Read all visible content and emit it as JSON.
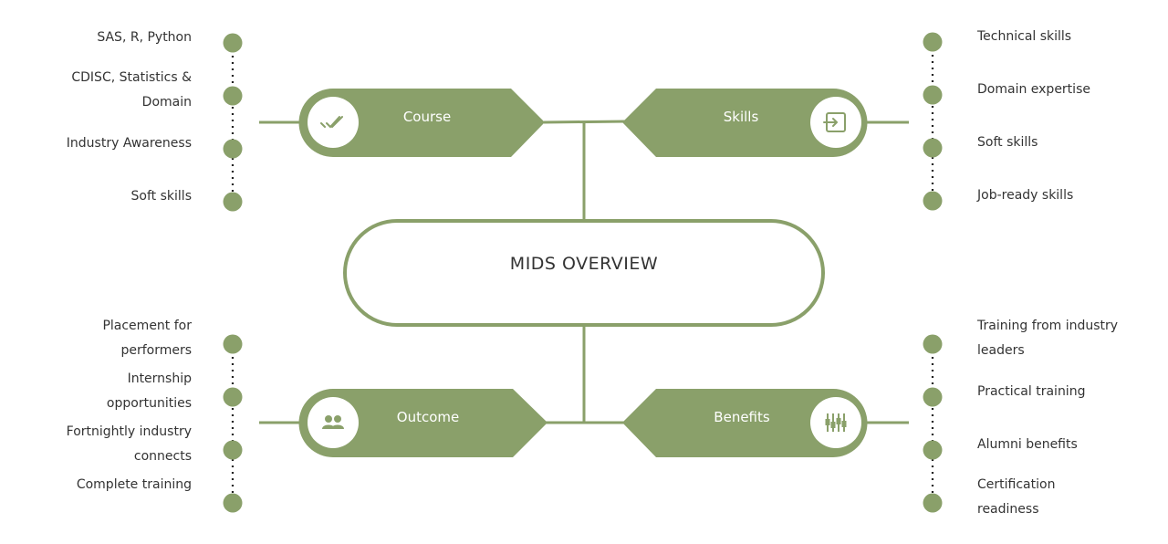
{
  "title": "MIDS OVERVIEW",
  "colors": {
    "accent": "#8aa06a",
    "text": "#333333"
  },
  "branches": {
    "course": {
      "label": "Course",
      "icon": "double-check-icon",
      "items": [
        "SAS, R, Python",
        "CDISC, Statistics & Domain",
        "Industry Awareness",
        "Soft skills"
      ]
    },
    "skills": {
      "label": "Skills",
      "icon": "login-box-icon",
      "items": [
        "Technical skills",
        "Domain expertise",
        "Soft skills",
        "Job-ready skills"
      ]
    },
    "outcome": {
      "label": "Outcome",
      "icon": "people-icon",
      "items": [
        "Placement for performers",
        "Internship opportunities",
        "Fortnightly industry connects",
        "Complete training"
      ]
    },
    "benefits": {
      "label": "Benefits",
      "icon": "equalizer-icon",
      "items": [
        "Training from industry leaders",
        "Practical training",
        "Alumni benefits",
        "Certification readiness"
      ]
    }
  }
}
